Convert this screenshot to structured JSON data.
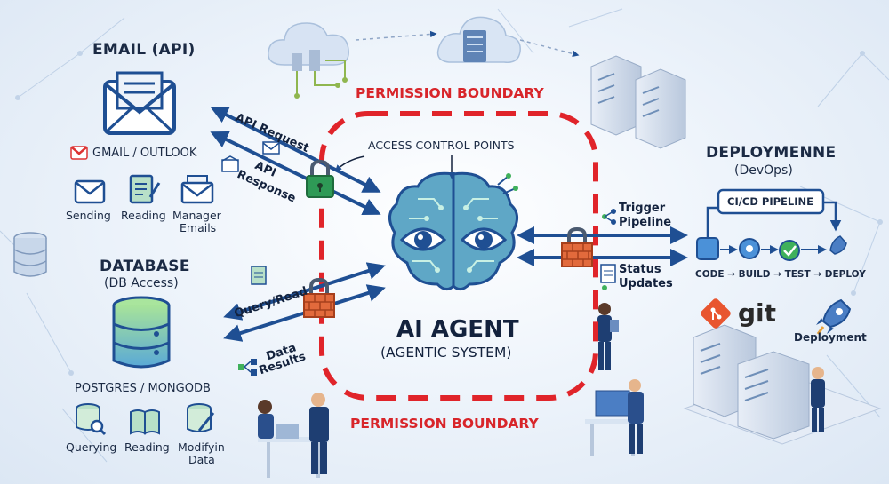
{
  "email": {
    "title": "EMAIL (API)",
    "provider": "GMAIL / OUTLOOK",
    "actions": [
      "Sending",
      "Reading",
      "Manager",
      "Emails"
    ]
  },
  "database": {
    "title": "DATABASE",
    "subtitle": "(DB Access)",
    "engine": "POSTGRES / MONGODB",
    "actions": [
      "Querying",
      "Reading",
      "Modifyin",
      "Data"
    ]
  },
  "agent": {
    "title": "AI AGENT",
    "subtitle": "(AGENTIC SYSTEM)"
  },
  "boundary": {
    "top_label": "PERMISSION BOUNDARY",
    "bottom_label": "PERMISSION BOUNDARY",
    "access_label": "ACCESS CONTROL POINTS"
  },
  "flows": {
    "api_request": "API Request",
    "api_response_1": "API",
    "api_response_2": "Response",
    "query_read": "Query/Read",
    "data_results_1": "Data",
    "data_results_2": "Results",
    "trigger_1": "Trigger",
    "trigger_2": "Pipeline",
    "status_1": "Status",
    "status_2": "Updates"
  },
  "deployment": {
    "title": "DEPLOYMENNE",
    "subtitle": "(DevOps)",
    "pipeline_label": "CI/CD PIPELINE",
    "stages": "CODE → BUILD → TEST → DEPLOY",
    "git_label": "git",
    "deploy_label": "Deployment"
  },
  "colors": {
    "boundary": "#e0242a",
    "arrow": "#1f4f93",
    "lock": "#2e9a56",
    "firewall": "#e26a3c",
    "brain": "#3f8fb2"
  }
}
